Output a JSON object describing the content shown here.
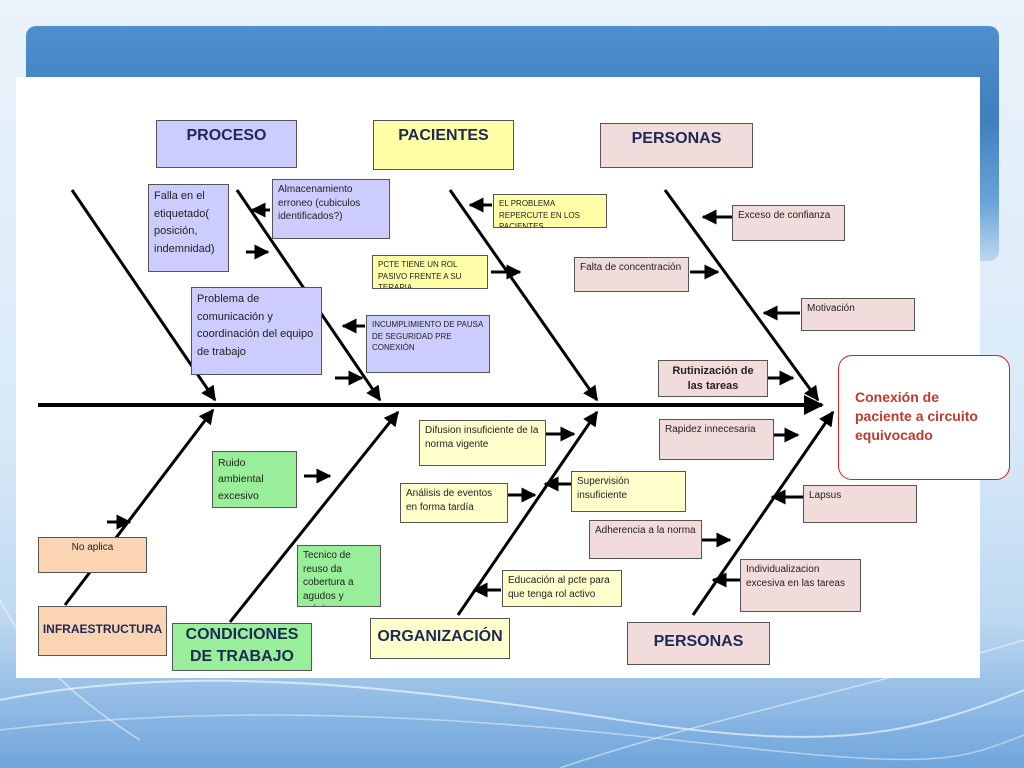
{
  "diagram": {
    "effect": "Conexión de paciente a circuito equivocado",
    "categories": {
      "proceso": "PROCESO",
      "pacientes": "PACIENTES",
      "personas_top": "PERSONAS",
      "infraestructura": "INFRAESTRUCTURA",
      "condiciones": "CONDICIONES DE TRABAJO",
      "organizacion": "ORGANIZACIÓN",
      "personas_bottom": "PERSONAS"
    },
    "causes": {
      "falla_etiquetado": "Falla en el etiquetado( posición, indemnidad)",
      "almacenamiento": "Almacenamiento erroneo (cubiculos identificados?)",
      "problema_comunicacion": "Problema de comunicación y coordinación del equipo de trabajo",
      "incumplimiento_pausa": "INCUMPLIMIENTO DE PAUSA DE SEGURIDAD PRE CONEXIÓN",
      "problema_repercute": "EL PROBLEMA REPERCUTE EN LOS PACIENTES",
      "pcte_rol_pasivo": "PCTE TIENE UN ROL PASIVO FRENTE A SU TERAPIA",
      "exceso_confianza": "Exceso de confianza",
      "falta_concentracion": "Falta de concentración",
      "motivacion": "Motivación",
      "rutinizacion": "Rutinización de las tareas",
      "no_aplica": "No aplica",
      "ruido_ambiental": "Ruido ambiental excesivo (alarmas)",
      "tecnico_reuso": "Tecnico de reuso da cobertura a agudos y crónicos",
      "difusion_insuficiente": "Difusion insuficiente de la norma vigente",
      "analisis_eventos": "Análisis de eventos en forma tardía",
      "supervision_insuficiente": "Supervisión insuficiente",
      "educacion_pcte": "Educación al pcte para que tenga rol activo",
      "rapidez_innecesaria": "Rapidez innecesaria",
      "lapsus": "Lapsus",
      "adherencia_norma": "Adherencia a la norma",
      "individualizacion": "Individualizacion excesiva en las tareas"
    }
  },
  "colors": {
    "title_bar": "#4f8fcc",
    "effect_border": "#d02020",
    "effect_text": "#c0392b",
    "proceso": "#ccccff",
    "pacientes": "#ffffa8",
    "personas": "#f2dcdb",
    "condiciones": "#99ee99",
    "infraestructura": "#fbd4b4",
    "organizacion": "#ffffcc"
  }
}
